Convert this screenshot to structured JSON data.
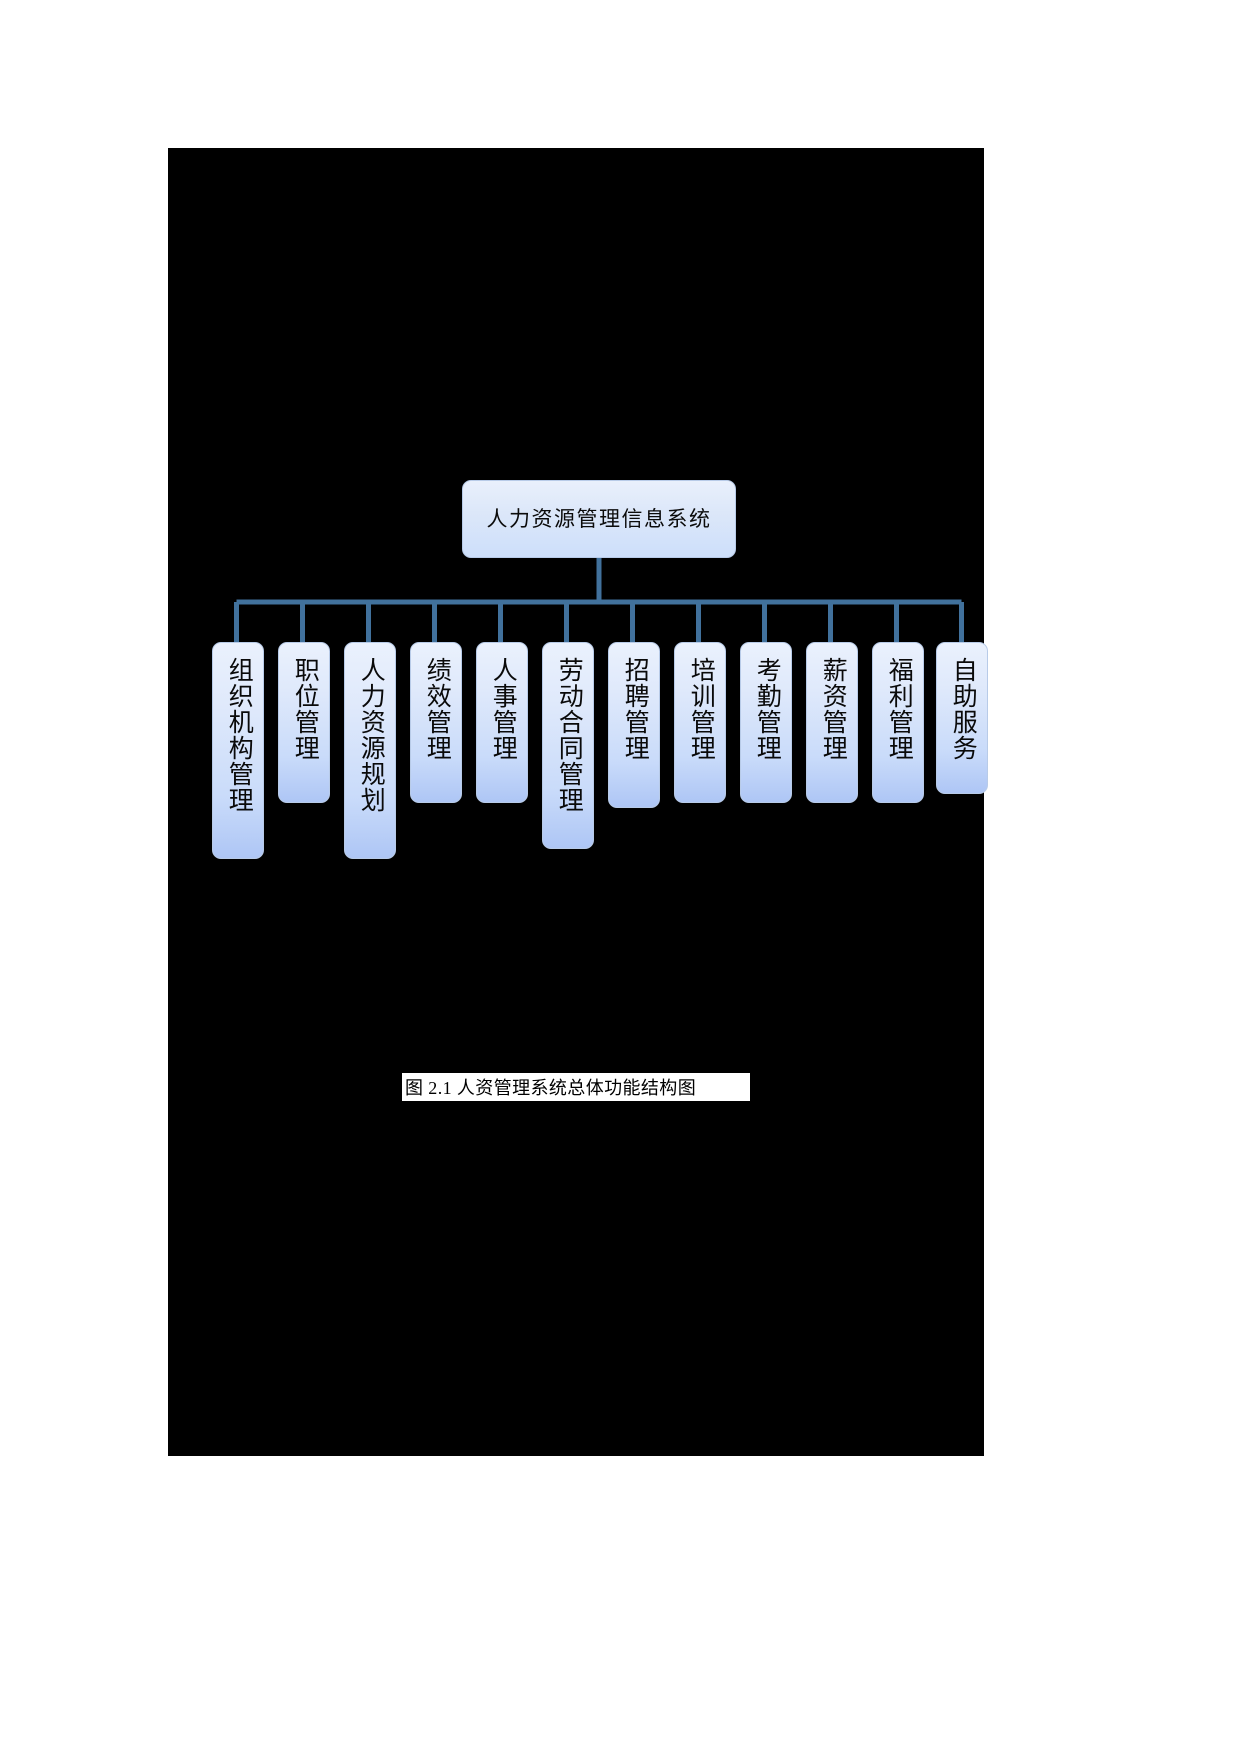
{
  "document": {
    "page_background": "#ffffff",
    "content_background": "#000000"
  },
  "chart_data": {
    "type": "diagram",
    "diagram_kind": "tree-org-chart",
    "title": "人力资源管理信息系统",
    "root": {
      "label": "人力资源管理信息系统"
    },
    "levels": 2,
    "leaf_count": 12,
    "leaves": [
      {
        "label": "组织机构管理",
        "chars": 6
      },
      {
        "label": "职位管理",
        "chars": 4
      },
      {
        "label": "人力资源规划",
        "chars": 6
      },
      {
        "label": "绩效管理",
        "chars": 4
      },
      {
        "label": "人事管理",
        "chars": 4
      },
      {
        "label": "劳动合同管理",
        "chars": 6
      },
      {
        "label": "招聘管理",
        "chars": 4
      },
      {
        "label": "培训管理",
        "chars": 4
      },
      {
        "label": "考勤管理",
        "chars": 4
      },
      {
        "label": "薪资管理",
        "chars": 4
      },
      {
        "label": "福利管理",
        "chars": 4
      },
      {
        "label": "自助服务",
        "chars": 4
      }
    ],
    "colors": {
      "node_fill_top": "#eaf1fd",
      "node_fill_bottom": "#aec6f5",
      "node_border": "#b8cbe8",
      "connector": "#41719c",
      "text": "#0a0a0a"
    },
    "text_orientation": "vertical-upright"
  },
  "caption": {
    "text": "图 2.1  人资管理系统总体功能结构图"
  }
}
